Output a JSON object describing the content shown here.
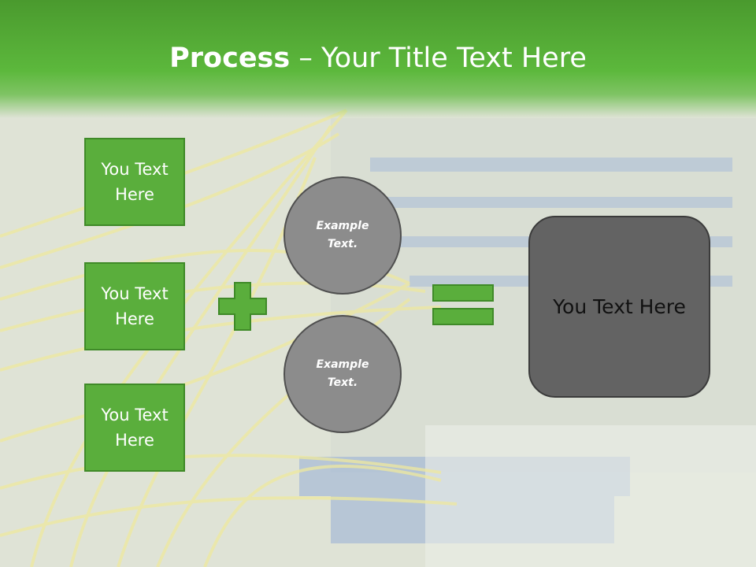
{
  "title": {
    "bold": "Process",
    "rest": " – Your Title Text Here"
  },
  "left_boxes": [
    {
      "label": "You Text Here"
    },
    {
      "label": "You Text Here"
    },
    {
      "label": "You Text Here"
    }
  ],
  "circles": [
    {
      "label": "Example Text."
    },
    {
      "label": "Example Text."
    }
  ],
  "operators": {
    "plus": "plus-icon",
    "equals": "equals-icon"
  },
  "result_box": {
    "label": "You Text Here"
  },
  "colors": {
    "header_green": "#5cb83c",
    "box_green": "#5aae3c",
    "circle_gray": "#8c8c8c",
    "result_gray": "#636363"
  }
}
